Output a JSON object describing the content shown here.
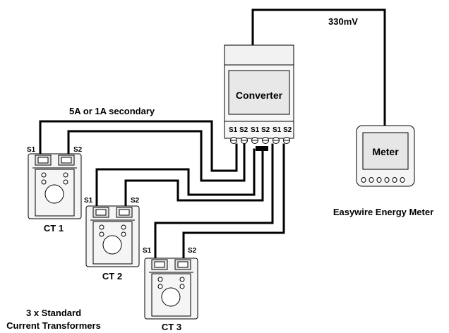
{
  "title_secondary": "5A or 1A secondary",
  "voltage_label": "330mV",
  "converter": {
    "label": "Converter",
    "terminals": [
      "S1",
      "S2",
      "S1",
      "S2",
      "S1",
      "S2"
    ]
  },
  "meter": {
    "label": "Meter",
    "caption": "Easywire Energy Meter"
  },
  "cts": [
    {
      "name": "CT 1",
      "s1": "S1",
      "s2": "S2"
    },
    {
      "name": "CT 2",
      "s1": "S1",
      "s2": "S2"
    },
    {
      "name": "CT 3",
      "s1": "S1",
      "s2": "S2"
    }
  ],
  "caption_ct_line1": "3 x Standard",
  "caption_ct_line2": "Current Transformers",
  "colors": {
    "line": "#000000",
    "device_fill": "#f2f2f2",
    "accent": "#e6e6e6"
  }
}
